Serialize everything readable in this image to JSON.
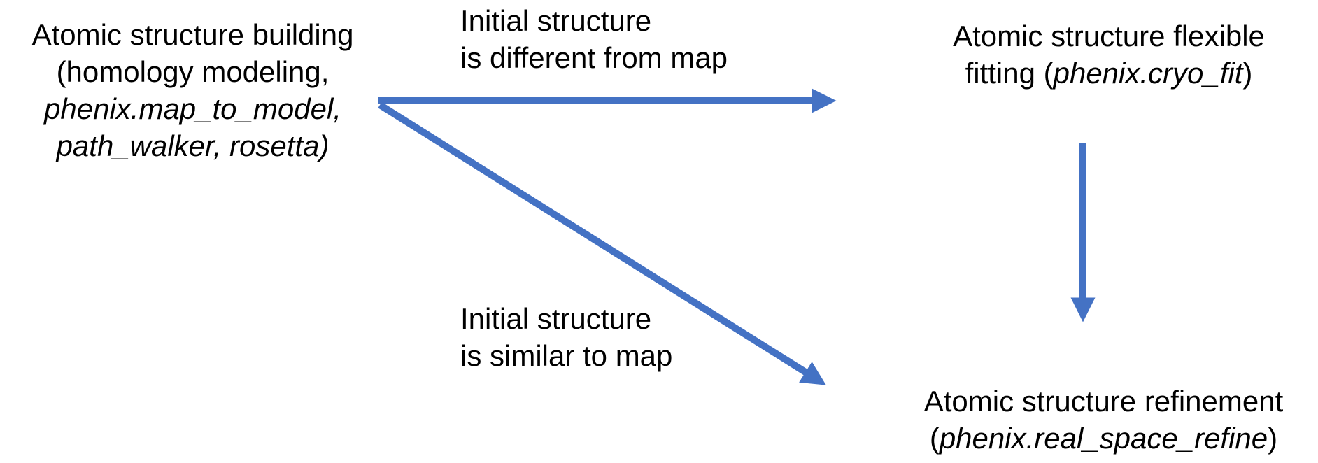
{
  "colors": {
    "accent": "#4472C4",
    "text": "#000000",
    "background": "#ffffff"
  },
  "diagram": {
    "nodes": {
      "building": {
        "line1": "Atomic structure building",
        "line2": "(homology modeling,",
        "line3": "phenix.map_to_model,",
        "line4": "path_walker, rosetta)"
      },
      "flexible_fitting": {
        "line1": "Atomic structure flexible",
        "line2_prefix": "fitting (",
        "line2_italic": "phenix.cryo_fit",
        "line2_suffix": ")"
      },
      "refinement": {
        "line1": "Atomic structure refinement",
        "line2_prefix": "(",
        "line2_italic": "phenix.real_space_refine",
        "line2_suffix": ")"
      }
    },
    "labels": {
      "different_from_map": {
        "line1": "Initial structure",
        "line2": "is different from map"
      },
      "similar_to_map": {
        "line1": "Initial structure",
        "line2": "is similar to map"
      }
    },
    "arrows": [
      "building-to-flexible-fitting",
      "building-to-refinement",
      "flexible-fitting-to-refinement"
    ]
  }
}
